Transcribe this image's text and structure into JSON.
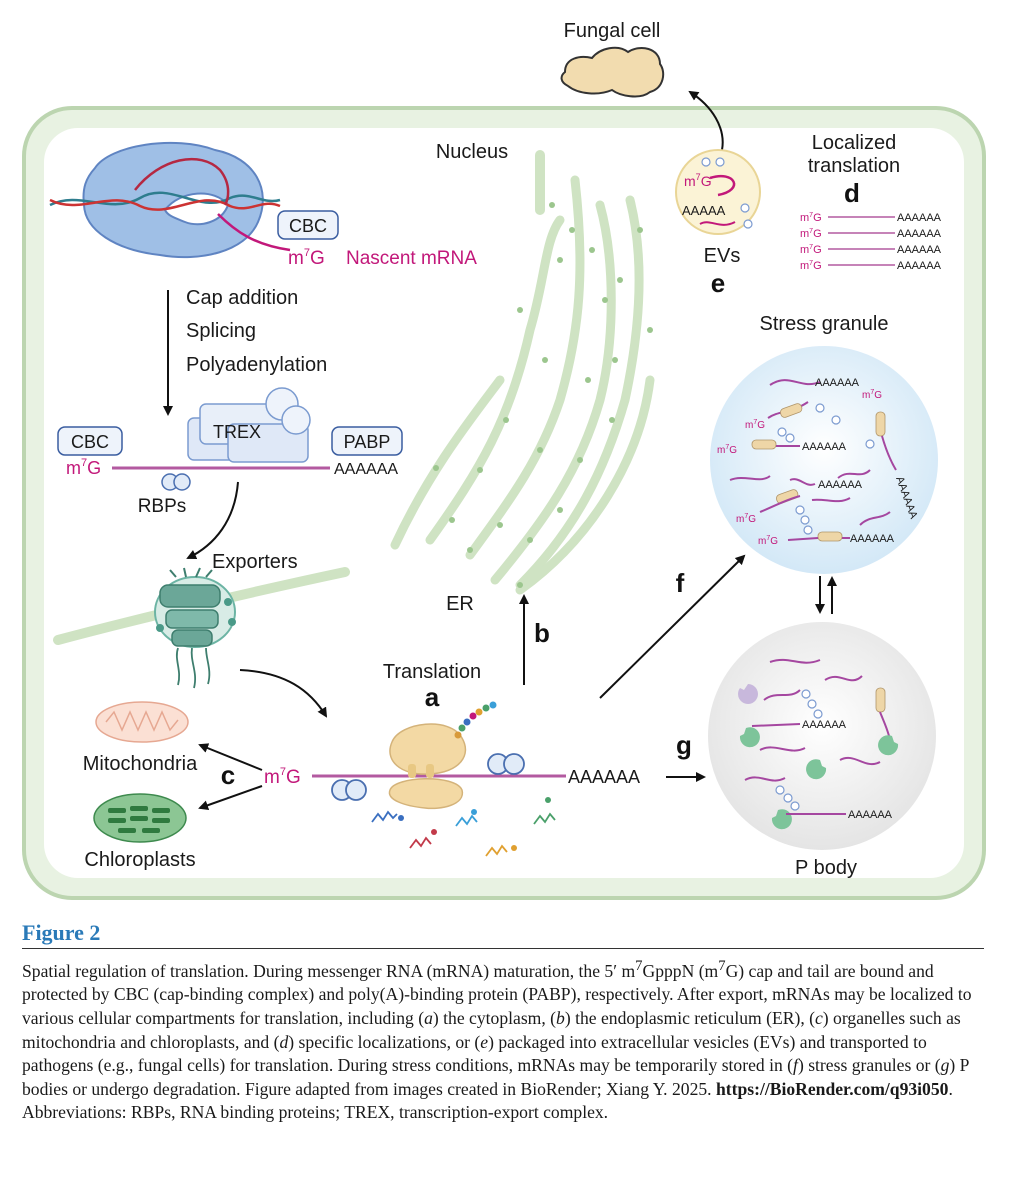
{
  "labels": {
    "fungal_cell": "Fungal cell",
    "nucleus": "Nucleus",
    "localized_translation_1": "Localized",
    "localized_translation_2": "translation",
    "cbc": "CBC",
    "m7g": "m",
    "m7g_sup": "7",
    "m7g_g": "G",
    "nascent_mrna": "Nascent mRNA",
    "cap_addition": "Cap addition",
    "splicing": "Splicing",
    "polyadenylation": "Polyadenylation",
    "trex": "TREX",
    "pabp": "PABP",
    "polyA": "AAAAAA",
    "rbps": "RBPs",
    "exporters": "Exporters",
    "er": "ER",
    "evs": "EVs",
    "aaaaa_short": "AAAAA",
    "stress_granule": "Stress granule",
    "translation": "Translation",
    "mitochondria": "Mitochondria",
    "chloroplasts": "Chloroplasts",
    "p_body": "P body"
  },
  "letters": {
    "a": "a",
    "b": "b",
    "c": "c",
    "d": "d",
    "e": "e",
    "f": "f",
    "g": "g"
  },
  "figure": {
    "title": "Figure 2",
    "caption": {
      "p1": "Spatial regulation of translation. During messenger RNA (mRNA) maturation, the 5′ m",
      "p1sup": "7",
      "p2": "GpppN (m",
      "p2sup": "7",
      "p3": "G) cap and tail are bound and protected by CBC (cap-binding complex) and poly(A)-binding protein (PABP), respectively. After export, mRNAs may be localized to various cellular compartments for translation, including (",
      "ia": "a",
      "p4": ") the cytoplasm, (",
      "ib": "b",
      "p5": ") the endoplasmic reticulum (ER), (",
      "ic": "c",
      "p6": ") organelles such as mitochondria and chloroplasts, and (",
      "id": "d",
      "p7": ") specific localizations, or (",
      "ie": "e",
      "p8": ") packaged into extracellular vesicles (EVs) and transported to pathogens (e.g., fungal cells) for translation. During stress conditions, mRNAs may be temporarily stored in (",
      "if": "f",
      "p9": ") stress granules or (",
      "ig": "g",
      "p10": ") P bodies or undergo degradation. Figure adapted from images created in BioRender; Xiang Y. 2025. ",
      "link": "https://BioRender.com/q93i050",
      "p11": ". Abbreviations: RBPs, RNA binding proteins; TREX, transcription-export complex."
    }
  },
  "colors": {
    "cell_fill": "#e7f1e0",
    "cell_border": "#b9d3ad",
    "magenta": "#c2187a",
    "trex_blue": "#c9daf3",
    "box_stroke": "#6a8ec8",
    "ribosome": "#f1d7a1",
    "mito": "#f5c8b4",
    "chloro": "#5aa363",
    "stress": "#d8ecf8",
    "pbody": "#e9e9e9"
  }
}
